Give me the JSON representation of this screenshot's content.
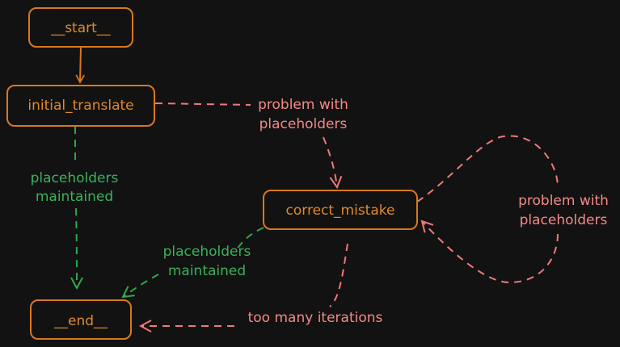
{
  "colors": {
    "background": "#121212",
    "node_stroke": "#d9781e",
    "node_text": "#e08a2a",
    "green_edge": "#2fa84a",
    "green_text": "#3cb25a",
    "red_edge": "#f07a78",
    "red_text": "#f58a86"
  },
  "nodes": {
    "start": "__start__",
    "initial_translate": "initial_translate",
    "correct_mistake": "correct_mistake",
    "end": "__end__"
  },
  "edges": {
    "problem_with_placeholders_1": [
      "problem with",
      "placeholders"
    ],
    "placeholders_maintained_1": [
      "placeholders",
      "maintained"
    ],
    "problem_with_placeholders_2": [
      "problem with",
      "placeholders"
    ],
    "placeholders_maintained_2": [
      "placeholders",
      "maintained"
    ],
    "too_many_iterations": "too many iterations"
  }
}
